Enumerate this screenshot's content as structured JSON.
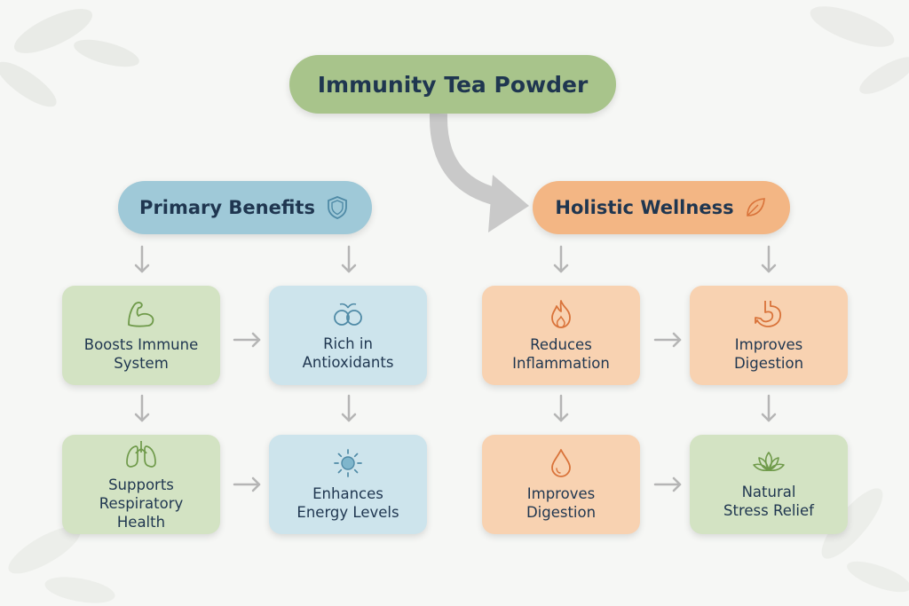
{
  "title": "Immunity Tea Powder",
  "branches": {
    "left": {
      "label": "Primary Benefits",
      "icon": "shield-icon"
    },
    "right": {
      "label": "Holistic Wellness",
      "icon": "leaf-icon"
    }
  },
  "boxes": {
    "boost": {
      "lines": [
        "Boosts Immune",
        "System"
      ],
      "icon": "muscle-arm-icon"
    },
    "antiox": {
      "lines": [
        "Rich in",
        "Antioxidants"
      ],
      "icon": "berries-icon"
    },
    "resp": {
      "lines": [
        "Supports",
        "Respiratory",
        "Health"
      ],
      "icon": "lungs-icon"
    },
    "energy": {
      "lines": [
        "Enhances",
        "Energy Levels"
      ],
      "icon": "sun-icon"
    },
    "inflam": {
      "lines": [
        "Reduces",
        "Inflammation"
      ],
      "icon": "flame-icon"
    },
    "digest1": {
      "lines": [
        "Improves",
        "Digestion"
      ],
      "icon": "stomach-icon"
    },
    "digest2": {
      "lines": [
        "Improves",
        "Digestion"
      ],
      "icon": "water-drop-icon"
    },
    "stress": {
      "lines": [
        "Natural",
        "Stress Relief"
      ],
      "icon": "lotus-icon"
    }
  },
  "colors": {
    "green": "#a8c48b",
    "blue": "#9fc9d8",
    "orange": "#f3b684",
    "text": "#1f3650",
    "arrow": "#b5b5b5"
  }
}
